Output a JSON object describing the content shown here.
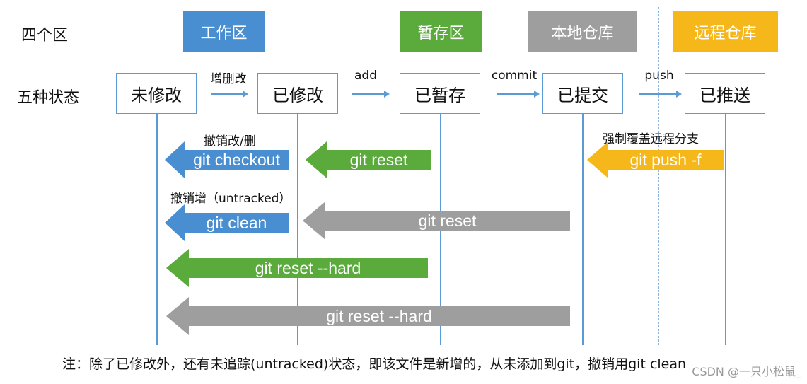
{
  "rows": {
    "regions_label": "四个区",
    "states_label": "五种状态"
  },
  "regions": [
    {
      "label": "工作区",
      "color": "#4a8ed2"
    },
    {
      "label": "暂存区",
      "color": "#5aaa3c"
    },
    {
      "label": "本地仓库",
      "color": "#9e9e9e"
    },
    {
      "label": "远程仓库",
      "color": "#f5b719"
    }
  ],
  "states": [
    "未修改",
    "已修改",
    "已暂存",
    "已提交",
    "已推送"
  ],
  "steps": [
    "增删改",
    "add",
    "commit",
    "push"
  ],
  "captions": {
    "undo_modify": "撤销改/删",
    "undo_add": "撤销增（untracked）",
    "force_push": "强制覆盖远程分支"
  },
  "commands": {
    "checkout": "git checkout",
    "reset_staged": "git reset",
    "push_force": "git push -f",
    "clean": "git clean",
    "reset_commit": "git reset",
    "reset_hard_staged": "git reset --hard",
    "reset_hard_commit": "git reset --hard"
  },
  "arrow_colors": {
    "blue": "#4a8ed2",
    "green": "#5aaa3c",
    "gray": "#9e9e9e",
    "orange": "#f5b719"
  },
  "note": "注：除了已修改外，还有未追踪(untracked)状态，即该文件是新增的，从未添加到git，撤销用git clean",
  "watermark": "CSDN @一只小松鼠_"
}
